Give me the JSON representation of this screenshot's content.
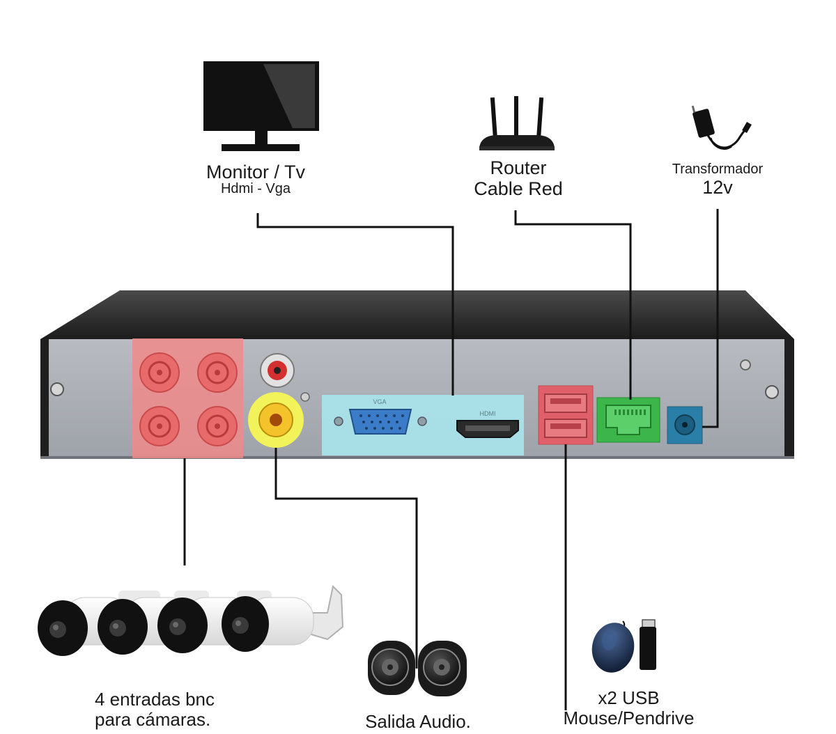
{
  "labels": {
    "monitor_title": "Monitor / Tv",
    "monitor_sub": "Hdmi - Vga",
    "router_line1": "Router",
    "router_line2": "Cable Red",
    "power_line1": "Transformador",
    "power_line2": "12v",
    "cameras_line1": "4 entradas bnc",
    "cameras_line2": "para cámaras.",
    "audio": "Salida Audio.",
    "usb_line1": "x2 USB",
    "usb_line2": "Mouse/Pendrive"
  },
  "port_labels": {
    "vga": "VGA",
    "hdmi": "HDMI"
  },
  "colors": {
    "bnc_highlight": "#f08a8a",
    "audio_highlight": "#f2f25a",
    "video_highlight": "#a8e4ec",
    "usb_highlight": "#e0606a",
    "lan_highlight": "#3cb64a",
    "power_highlight": "#2a7fa8",
    "chassis_top": "#2b2b2b",
    "back_panel": "#a9adb4"
  },
  "icons": [
    "monitor-icon",
    "router-icon",
    "power-adapter-icon",
    "bullet-camera-icon",
    "speaker-icon",
    "mouse-icon",
    "usb-drive-icon"
  ]
}
